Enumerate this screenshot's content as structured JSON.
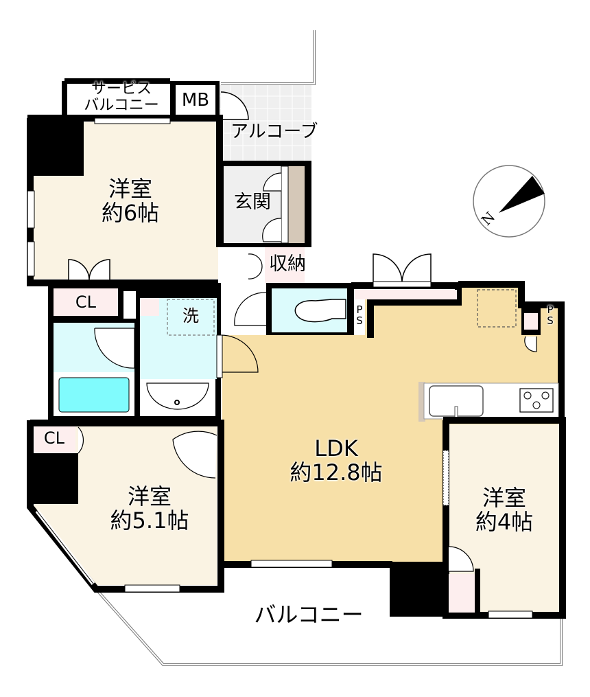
{
  "floorplan": {
    "colors": {
      "wall": "#000000",
      "western_room": "#faf3e3",
      "ldk": "#f7e0a8",
      "wet_area": "#dcfbfc",
      "bathtub": "#80fbfd",
      "storage": "#fdeeee",
      "entrance_tile": "#efefef",
      "shoe_box": "#d5c8b8",
      "balcony": "#ffffff"
    },
    "rooms": {
      "service_balcony": {
        "line1": "サービス",
        "line2": "バルコニー"
      },
      "meter_box": {
        "label": "MB"
      },
      "alcove": {
        "label": "アルコーブ"
      },
      "entrance": {
        "label": "玄関"
      },
      "storage": {
        "label": "収納"
      },
      "bedroom_6": {
        "type": "洋室",
        "size": "約6帖"
      },
      "closet_1": {
        "label": "CL"
      },
      "closet_2": {
        "label": "CL"
      },
      "washroom": {
        "label": "洗"
      },
      "ps_1": {
        "line1": "P",
        "line2": "S"
      },
      "ps_2": {
        "line1": "P",
        "line2": "S"
      },
      "ldk": {
        "type": "LDK",
        "size": "約12.8帖"
      },
      "bedroom_5": {
        "type": "洋室",
        "size": "約5.1帖"
      },
      "bedroom_4": {
        "type": "洋室",
        "size": "約4帖"
      },
      "balcony": {
        "label": "バルコニー"
      }
    },
    "compass": {
      "label": "N"
    }
  }
}
